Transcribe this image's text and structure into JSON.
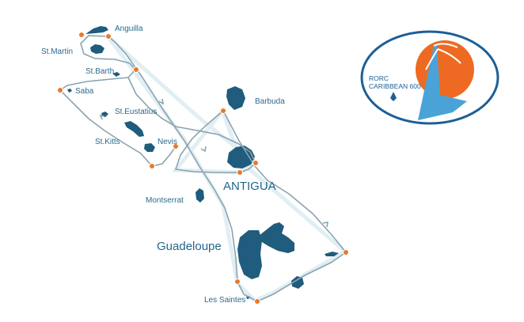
{
  "islands": {
    "anguilla": "Anguilla",
    "st_martin": "St.Martin",
    "st_barth": "St.Barth",
    "saba": "Saba",
    "st_eustatius": "St.Eustatius",
    "st_kitts": "St.Kitts",
    "nevis": "Nevis",
    "barbuda": "Barbuda",
    "antigua": "ANTIGUA",
    "montserrat": "Montserrat",
    "guadeloupe": "Guadeloupe",
    "les_saintes": "Les Saintes"
  },
  "logo": {
    "line1": "RORC",
    "line2": "CARIBBEAN 600"
  },
  "colors": {
    "land": "#1f5c7d",
    "waypoint": "#e87a2a",
    "route": "#8aa4b0",
    "logo_orange": "#ee6a22",
    "logo_blue": "#1d5f95",
    "logo_sail": "#4aa3d6"
  }
}
